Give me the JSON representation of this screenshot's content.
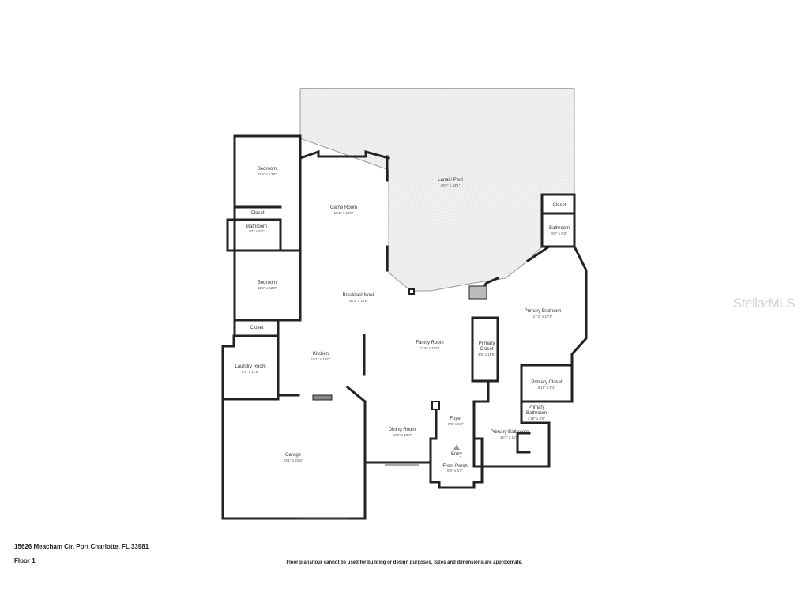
{
  "rooms": {
    "lanai": {
      "name": "Lanai / Pool",
      "dim": "48'2\" x 43'1\""
    },
    "bedroom1": {
      "name": "Bedroom",
      "dim": "11'5\" x 13'8\""
    },
    "closet1": {
      "name": "Closet"
    },
    "bathroom1": {
      "name": "Bathroom",
      "dim": "9'1\" x 5'0\""
    },
    "bedroom2": {
      "name": "Bedroom",
      "dim": "11'2\" x 12'8\""
    },
    "closet2": {
      "name": "Closet"
    },
    "laundry": {
      "name": "Laundry Room",
      "dim": "9'2\" x 11'6\""
    },
    "garage": {
      "name": "Garage",
      "dim": "23'1\" x 21'5\""
    },
    "game_room": {
      "name": "Game Room",
      "dim": "15'5\" x 28'3\""
    },
    "breakfast_nook": {
      "name": "Breakfast Nook",
      "dim": "10'1\" x 11'6\""
    },
    "kitchen": {
      "name": "Kitchen",
      "dim": "15'1\" x 13'0\""
    },
    "family_room": {
      "name": "Family Room",
      "dim": "21'6\" x 16'6\""
    },
    "dining_room": {
      "name": "Dining Room",
      "dim": "12'2\" x 10'0\""
    },
    "foyer": {
      "name": "Foyer",
      "dim": "5'5\" x 5'5\""
    },
    "entry": {
      "name": "Entry"
    },
    "front_porch": {
      "name": "Front Porch",
      "dim": "8'0\" x 6'1\""
    },
    "closet3": {
      "name": "Closet"
    },
    "bathroom2": {
      "name": "Bathroom",
      "dim": "9'0\" x 6'2\""
    },
    "primary_bedroom": {
      "name": "Primary Bedroom",
      "dim": "17'4\" x 17'1\""
    },
    "primary_closet_left": {
      "name1": "Primary",
      "name2": "Closet",
      "dim": "4'6\" x 11'6\""
    },
    "primary_closet_right": {
      "name": "Primary Closet",
      "dim": "6'10\" x 6'4\""
    },
    "primary_bathroom_small": {
      "name1": "Primary",
      "name2": "Bathroom",
      "dim": "4'10\" x 4'6\""
    },
    "primary_bathroom": {
      "name": "Primary Bathroom",
      "dim": "12'3\" x 11'0\""
    }
  },
  "footer": {
    "address": "15626 Meacham Cir, Port Charlotte, FL 33981",
    "floor": "Floor 1",
    "disclaimer": "Floor plans/tour cannot be used for building or design purposes. Sizes and dimensions are approximate."
  },
  "watermark": "StellarMLS",
  "colors": {
    "wall": "#222222",
    "lanai_fill": "#eeeeee",
    "text": "#333333"
  }
}
